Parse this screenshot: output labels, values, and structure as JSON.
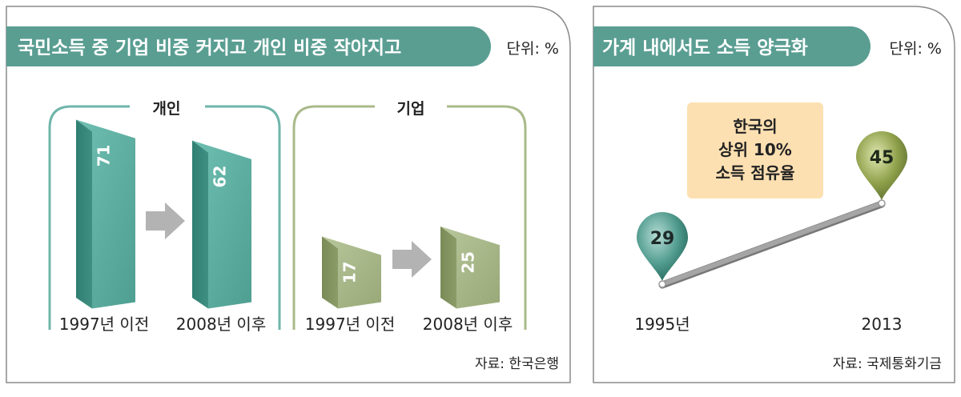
{
  "chart_data": [
    {
      "type": "bar",
      "title": "국민소득 중 기업 비중 커지고 개인 비중 작아지고",
      "unit": "단위: %",
      "source": "자료: 한국은행",
      "categories": [
        "1997년 이전",
        "2008년 이후"
      ],
      "series": [
        {
          "name": "개인",
          "values": [
            71,
            62
          ]
        },
        {
          "name": "기업",
          "values": [
            17,
            25
          ]
        }
      ]
    },
    {
      "type": "line",
      "title": "가계 내에서도 소득 양극화",
      "unit": "단위: %",
      "source": "자료: 국제통화기금",
      "annotation": [
        "한국의",
        "상위 10%",
        "소득 점유율"
      ],
      "x": [
        "1995년",
        "2013"
      ],
      "values": [
        29,
        45
      ]
    }
  ],
  "colors": {
    "frame": "#8a8a8a",
    "title_bg": "#5a9e92",
    "personal": "#63b2a6",
    "corporate": "#a9b98a",
    "arrow": "#b3b3b3",
    "annotation_bg": "#fde0b2",
    "pin_low": "#2f7d6f",
    "pin_high": "#7d9240",
    "line": "#9b9b9b"
  }
}
